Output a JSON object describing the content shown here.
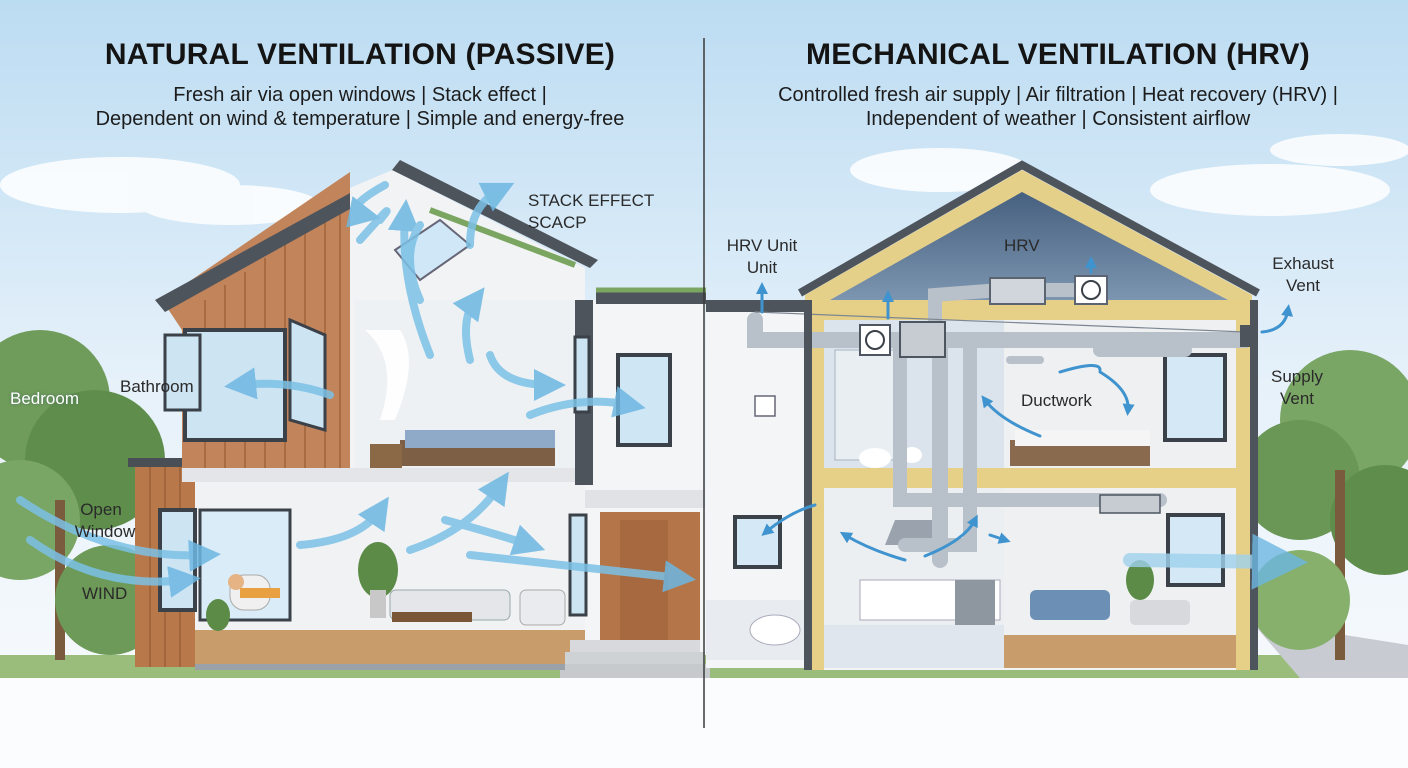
{
  "left": {
    "title": "NATURAL VENTILATION (PASSIVE)",
    "subtitle_line1": "Fresh air via open windows | Stack effect |",
    "subtitle_line2": "Dependent on wind & temperature | Simple and energy-free",
    "labels": {
      "stack_effect_line1": "STACK EFFECT",
      "stack_effect_line2": "SCACP",
      "bedroom": "Bedroom",
      "bathroom": "Bathroom",
      "open_window_line1": "Open",
      "open_window_line2": "Window",
      "wind": "WIND"
    }
  },
  "right": {
    "title": "MECHANICAL VENTILATION (HRV)",
    "subtitle_line1": "Controlled fresh air supply | Air filtration | Heat recovery (HRV) |",
    "subtitle_line2": "Independent of weather | Consistent airflow",
    "labels": {
      "hrv_unit_line1": "HRV Unit",
      "hrv_unit_line2": "Unit",
      "hrv": "HRV",
      "ductwork": "Ductwork",
      "exhaust_vent_line1": "Exhaust",
      "exhaust_vent_line2": "Vent",
      "supply_vent_line1": "Supply",
      "supply_vent_line2": "Vent"
    }
  },
  "colors": {
    "sky_top": "#bcdcf2",
    "airflow": "#7cc1e6",
    "wood": "#b9784a",
    "wall": "#f4f5f6",
    "duct": "#bfc6ce",
    "insulation": "#e6cf86",
    "foliage": "#6d9a58"
  }
}
